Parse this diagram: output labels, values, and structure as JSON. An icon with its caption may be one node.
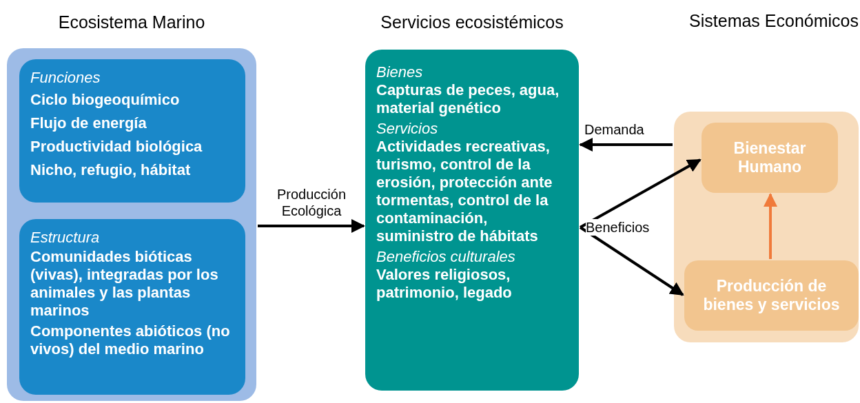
{
  "diagram": {
    "nodes": [
      {
        "text": [
          "Ecosistema Marino"
        ]
      },
      {
        "text": [
          "Funciones",
          "Ciclo biogeoquímico",
          "Flujo de energía",
          "Productividad biológica",
          "Nicho, refugio, hábitat"
        ],
        "in": 0
      },
      {
        "text": [
          "Estructura",
          "Comunidades bióticas (vivas), integradas por los animales y las plantas marinos",
          "Componentes abióticos (no vivos) del medio marino"
        ],
        "in": 0
      },
      {
        "text": [
          "Servicios ecosistémicos",
          "Bienes",
          "Capturas de peces, agua, material genético",
          "Servicios",
          "Actividades recreativas, turismo, control de la erosión, protección ante tormentas, control de la contaminación, suministro de hábitats",
          "Beneficios culturales",
          "Valores religiosos, patrimonio, legado"
        ]
      },
      {
        "text": [
          "Sistemas Económicos"
        ]
      },
      {
        "text": [
          "Bienestar Humano"
        ],
        "in": 4
      },
      {
        "text": [
          "Producción de bienes y servicios"
        ],
        "in": 4
      }
    ],
    "edges": [
      {
        "from": 0,
        "to": 3,
        "arrow": "to",
        "label": "Producción Ecológica"
      },
      {
        "from": 4,
        "to": 3,
        "arrow": "to",
        "label": "Demanda"
      },
      {
        "from": 3,
        "to": 5,
        "arrow": "to",
        "label": "Beneficios"
      },
      {
        "from": 3,
        "to": 6,
        "arrow": "to"
      },
      {
        "from": 6,
        "to": 5,
        "arrow": "to",
        "color": "#f07a3a"
      }
    ]
  }
}
